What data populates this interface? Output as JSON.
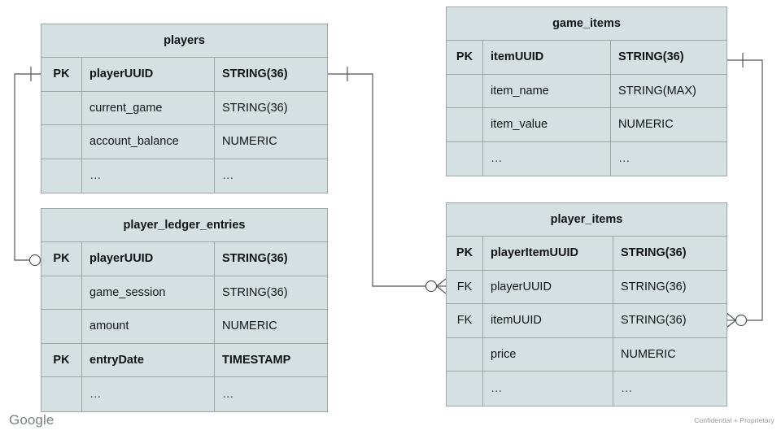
{
  "diagram": {
    "type": "entity-relationship-diagram",
    "notation": "crow's-foot",
    "colors": {
      "entity_fill": "#d4e0e2",
      "entity_border": "#9fa5a5",
      "connector": "#4d5356",
      "text": "#111416",
      "footer_text": "#7a8184"
    }
  },
  "entities": [
    {
      "id": "players",
      "title": "players",
      "columns": [
        {
          "key": "PK",
          "name": "playerUUID",
          "type": "STRING(36)",
          "bold": true
        },
        {
          "key": "",
          "name": "current_game",
          "type": "STRING(36)",
          "bold": false
        },
        {
          "key": "",
          "name": "account_balance",
          "type": "NUMERIC",
          "bold": false
        },
        {
          "key": "",
          "name": "…",
          "type": "…",
          "bold": false
        }
      ]
    },
    {
      "id": "player_ledger_entries",
      "title": "player_ledger_entries",
      "columns": [
        {
          "key": "PK",
          "name": "playerUUID",
          "type": "STRING(36)",
          "bold": true
        },
        {
          "key": "",
          "name": "game_session",
          "type": "STRING(36)",
          "bold": false
        },
        {
          "key": "",
          "name": "amount",
          "type": "NUMERIC",
          "bold": false
        },
        {
          "key": "PK",
          "name": "entryDate",
          "type": "TIMESTAMP",
          "bold": true
        },
        {
          "key": "",
          "name": "…",
          "type": "…",
          "bold": false
        }
      ]
    },
    {
      "id": "game_items",
      "title": "game_items",
      "columns": [
        {
          "key": "PK",
          "name": "itemUUID",
          "type": "STRING(36)",
          "bold": true
        },
        {
          "key": "",
          "name": "item_name",
          "type": "STRING(MAX)",
          "bold": false
        },
        {
          "key": "",
          "name": "item_value",
          "type": "NUMERIC",
          "bold": false
        },
        {
          "key": "",
          "name": "…",
          "type": "…",
          "bold": false
        }
      ]
    },
    {
      "id": "player_items",
      "title": "player_items",
      "columns": [
        {
          "key": "PK",
          "name": "playerItemUUID",
          "type": "STRING(36)",
          "bold": true
        },
        {
          "key": "FK",
          "name": "playerUUID",
          "type": "STRING(36)",
          "bold": false
        },
        {
          "key": "FK",
          "name": "itemUUID",
          "type": "STRING(36)",
          "bold": false
        },
        {
          "key": "",
          "name": "price",
          "type": "NUMERIC",
          "bold": false
        },
        {
          "key": "",
          "name": "…",
          "type": "…",
          "bold": false
        }
      ]
    }
  ],
  "relationships": [
    {
      "id": "players-to-player-ledger-entries",
      "from": {
        "entity": "players",
        "column": "playerUUID",
        "cardinality": "one"
      },
      "to": {
        "entity": "player_ledger_entries",
        "column": "playerUUID",
        "cardinality": "zero-or-many"
      }
    },
    {
      "id": "players-to-player-items",
      "from": {
        "entity": "players",
        "column": "playerUUID",
        "cardinality": "one"
      },
      "to": {
        "entity": "player_items",
        "column": "playerUUID",
        "cardinality": "zero-or-many"
      }
    },
    {
      "id": "game-items-to-player-items",
      "from": {
        "entity": "game_items",
        "column": "itemUUID",
        "cardinality": "one"
      },
      "to": {
        "entity": "player_items",
        "column": "itemUUID",
        "cardinality": "zero-or-many"
      }
    }
  ],
  "footer": {
    "logo": "Google",
    "note": "Confidential + Proprietary"
  }
}
